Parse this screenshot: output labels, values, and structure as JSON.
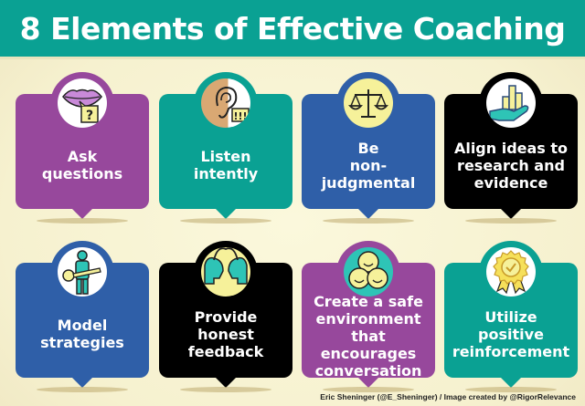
{
  "header": {
    "title": "8 Elements of Effective Coaching"
  },
  "colors": {
    "header_bg": "#0aa193",
    "purple": "#97489c",
    "teal": "#0aa193",
    "blue": "#2f5fa8",
    "black": "#000000",
    "background": "#f8f4d6"
  },
  "cards": [
    {
      "label": "Ask\nquestions",
      "icon": "lips-question-icon",
      "color": "#97489c"
    },
    {
      "label": "Listen\nintently",
      "icon": "ear-exclamation-icon",
      "color": "#0aa193"
    },
    {
      "label": "Be\nnon-judgmental",
      "icon": "scales-icon",
      "color": "#2f5fa8"
    },
    {
      "label": "Align ideas to\nresearch and\nevidence",
      "icon": "hand-bar-chart-icon",
      "color": "#000000"
    },
    {
      "label": "Model\nstrategies",
      "icon": "person-key-icon",
      "color": "#2f5fa8"
    },
    {
      "label": "Provide\nhonest\nfeedback",
      "icon": "heads-exchange-icon",
      "color": "#000000"
    },
    {
      "label": "Create a safe\nenvironment\nthat encourages\nconversation",
      "icon": "smiley-group-icon",
      "color": "#97489c"
    },
    {
      "label": "Utilize\npositive\nreinforcement",
      "icon": "award-badge-icon",
      "color": "#0aa193"
    }
  ],
  "footer": {
    "credit": "Eric Sheninger (@E_Sheninger) / Image created by @RigorRelevance"
  }
}
